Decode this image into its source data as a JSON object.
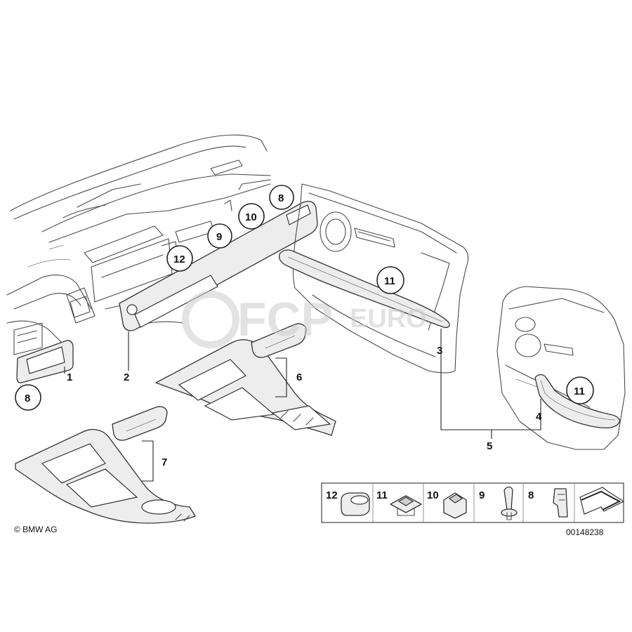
{
  "callouts": {
    "c1": "1",
    "c2": "2",
    "c3": "3",
    "c4": "4",
    "c5": "5",
    "c6": "6",
    "c7": "7",
    "c8_left": "8",
    "c8_top": "8",
    "c9": "9",
    "c10": "10",
    "c11_front": "11",
    "c11_rear": "11",
    "c12": "12"
  },
  "legend": {
    "items": [
      "12",
      "11",
      "10",
      "9",
      "8"
    ]
  },
  "footer": {
    "copyright": "© BMW AG",
    "diagram_id": "00148238"
  },
  "watermark": {
    "brand_main": "FCP",
    "brand_sub": "EURO"
  },
  "colors": {
    "line": "#333333",
    "part_fill": "#ededed",
    "watermark": "#cccccc"
  }
}
